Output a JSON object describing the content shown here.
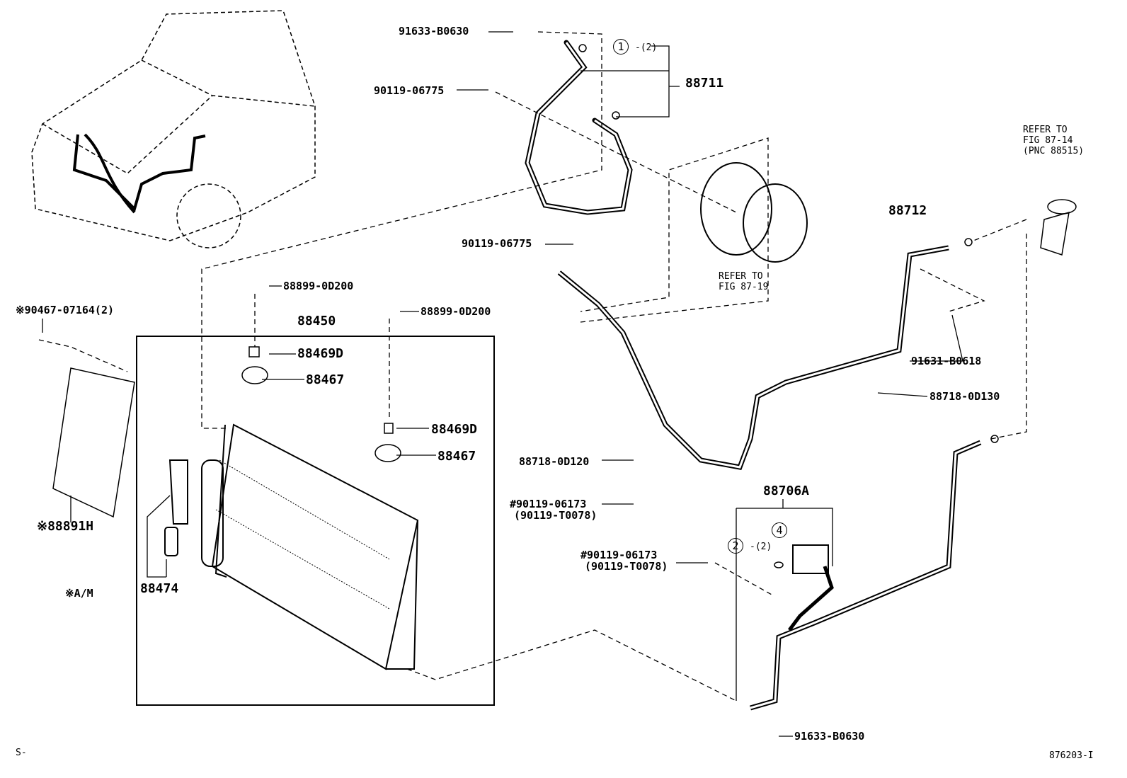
{
  "diagram": {
    "figure_id": "876203-I",
    "footer_left": "S-",
    "labels": {
      "bolt_top": "91633-B0630",
      "ring1_num": "1",
      "ring1_qty": "-(2)",
      "hose_88711": "88711",
      "bolt_90119_a": "90119-06775",
      "refer_8714_l1": "REFER TO",
      "refer_8714_l2": "FIG 87-14",
      "refer_8714_l3": "(PNC 88515)",
      "pipe_88712": "88712",
      "bolt_90119_b": "90119-06775",
      "refer_8719_l1": "REFER TO",
      "refer_8719_l2": "FIG 87-19",
      "screw_a": "88899-0D200",
      "screw_b": "88899-0D200",
      "clip_90467": "※90467-07164(2)",
      "condenser": "88450",
      "cushion_a": "88469D",
      "support_a": "88467",
      "bolt_91631": "91631-B0618",
      "clamp_0d130": "88718-0D130",
      "cushion_b": "88469D",
      "support_b": "88467",
      "clamp_0d120": "88718-0D120",
      "tube_88706a": "88706A",
      "bolt_06173_a": "#90119-06173",
      "bolt_t0078_a": "(90119-T0078)",
      "ring4_num": "4",
      "ring2_num": "2",
      "ring2_qty": "-(2)",
      "seal_88891h": "※88891H",
      "bolt_06173_b": "#90119-06173",
      "bolt_t0078_b": "(90119-T0078)",
      "drier_88474": "88474",
      "note_am": "※A/M",
      "bolt_bottom": "91633-B0630"
    }
  }
}
